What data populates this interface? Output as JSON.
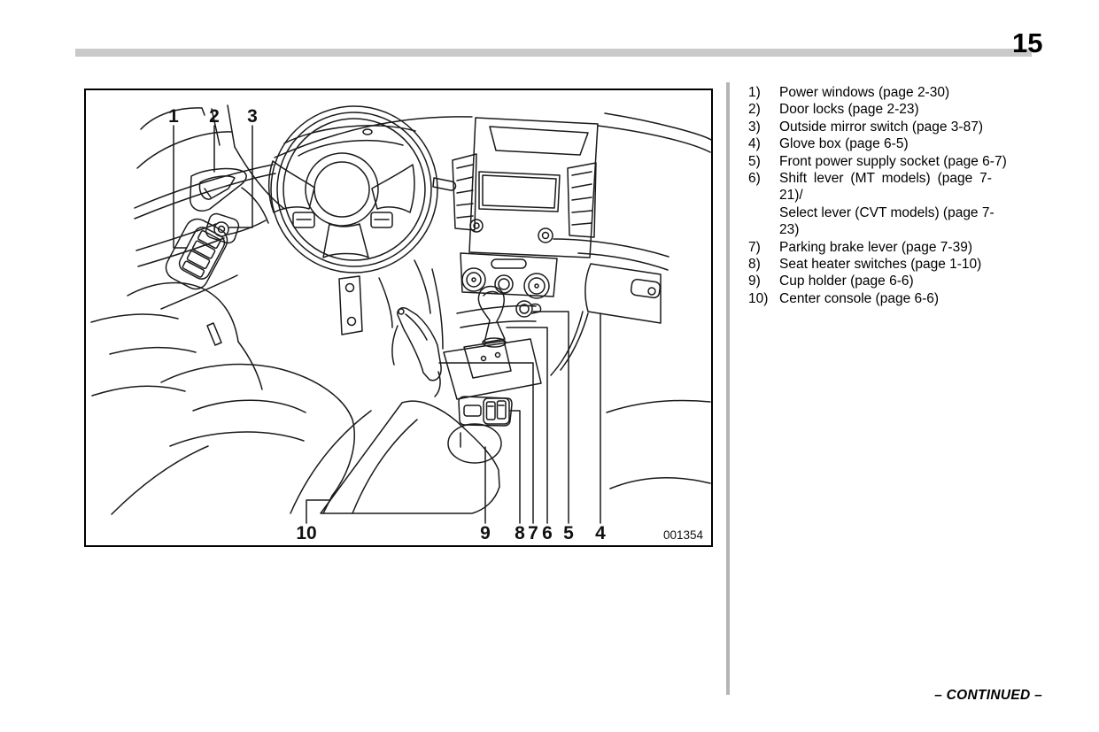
{
  "page": {
    "number": "15",
    "continued": "– CONTINUED –"
  },
  "figure": {
    "code": "001354",
    "callouts": [
      "1",
      "2",
      "3",
      "4",
      "5",
      "6",
      "7",
      "8",
      "9",
      "10"
    ],
    "parts": [
      "power-window-switches",
      "door-handle",
      "door-lock-knob",
      "glove-box",
      "front-power-supply-socket",
      "shift-lever",
      "parking-brake-lever",
      "seat-heater-switches",
      "cup-holder",
      "center-console"
    ]
  },
  "legend": {
    "items": [
      {
        "num": "1)",
        "lines": [
          "Power windows (page 2-30)"
        ]
      },
      {
        "num": "2)",
        "lines": [
          "Door locks (page 2-23)"
        ]
      },
      {
        "num": "3)",
        "lines": [
          "Outside mirror switch (page 3-87)"
        ]
      },
      {
        "num": "4)",
        "lines": [
          "Glove box (page 6-5)"
        ]
      },
      {
        "num": "5)",
        "lines": [
          "Front power supply socket (page 6-7)"
        ]
      },
      {
        "num": "6)",
        "lines": [
          "Shift lever (MT models) (page 7-21)/",
          "Select lever (CVT models) (page 7-23)"
        ],
        "justify": true
      },
      {
        "num": "7)",
        "lines": [
          "Parking brake lever (page 7-39)"
        ]
      },
      {
        "num": "8)",
        "lines": [
          "Seat heater switches (page 1-10)"
        ]
      },
      {
        "num": "9)",
        "lines": [
          "Cup holder (page 6-6)"
        ]
      },
      {
        "num": "10)",
        "lines": [
          "Center console (page 6-6)"
        ]
      }
    ]
  },
  "colors": {
    "part_fill": "#b3b3b3",
    "button_fill": "#8e8e8e",
    "rule_gray": "#c9c9c9",
    "bar_gray": "#b5b5b5",
    "line": "#1a1a1a"
  }
}
